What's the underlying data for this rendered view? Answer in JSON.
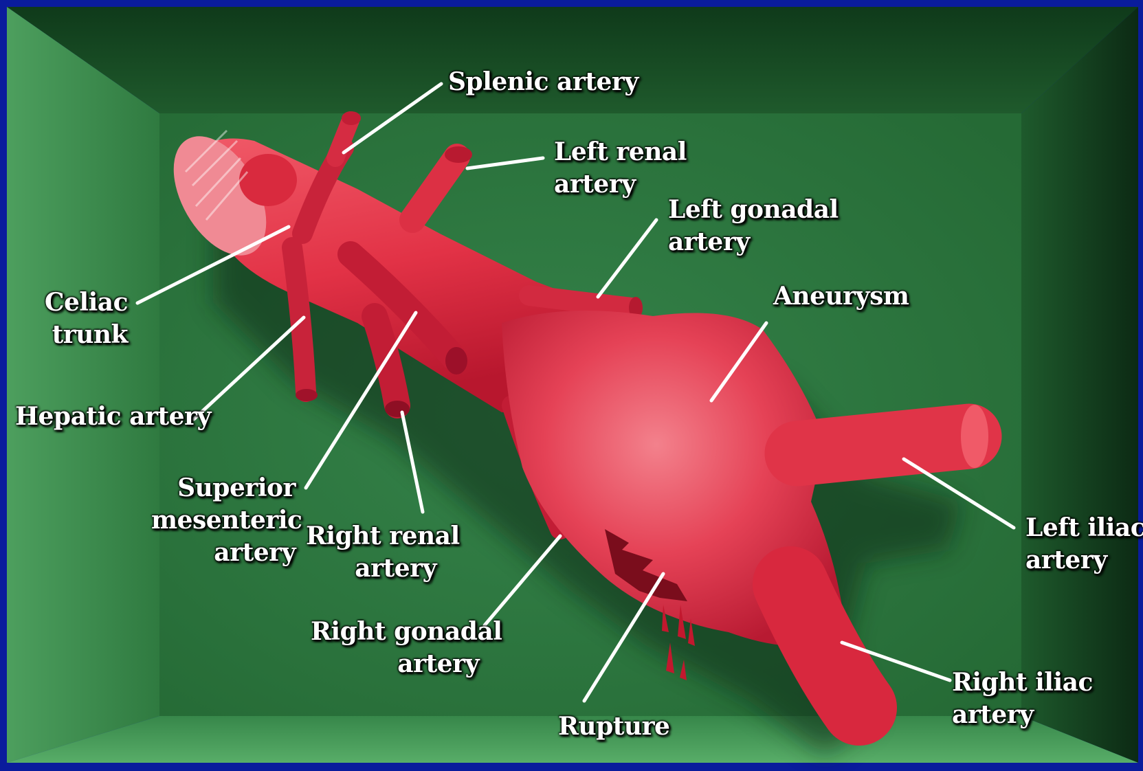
{
  "colors": {
    "frame": "#0a1c9c",
    "box_back": "#2e7a3f",
    "box_wall": "#1d5f2e",
    "artery": "#e33a4c",
    "artery_shadow": "#a4142a",
    "label_text": "#ffffff",
    "leader_line": "#ffffff"
  },
  "labels": {
    "splenic": {
      "line1": "Splenic artery"
    },
    "left_renal": {
      "line1": "Left renal",
      "line2": "artery"
    },
    "left_gonadal": {
      "line1": "Left gonadal",
      "line2": "artery"
    },
    "celiac": {
      "line1": "Celiac",
      "line2": "trunk"
    },
    "aneurysm": {
      "line1": "Aneurysm"
    },
    "hepatic": {
      "line1": "Hepatic artery"
    },
    "sma": {
      "line1": "Superior",
      "line2": "mesenteric",
      "line3": "artery"
    },
    "right_renal": {
      "line1": "Right renal",
      "line2": "artery"
    },
    "left_iliac": {
      "line1": "Left iliac",
      "line2": "artery"
    },
    "right_gonadal": {
      "line1": "Right gonadal",
      "line2": "artery"
    },
    "right_iliac": {
      "line1": "Right iliac",
      "line2": "artery"
    },
    "rupture": {
      "line1": "Rupture"
    }
  }
}
